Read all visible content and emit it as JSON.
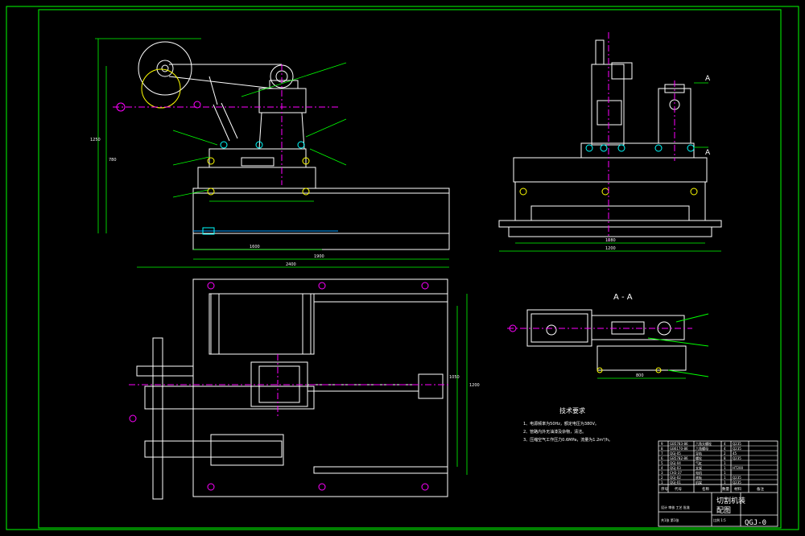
{
  "drawing": {
    "section_label": "A - A",
    "section_marker": "A",
    "tech_title": "技术要求",
    "tech_notes": [
      "1、电源频率为50Hz，额定电压为380V。",
      "2、管路内外无油漆及杂物，清洁。",
      "3、压缩空气工作压力0.6MPa，流量为1.2m³/h。"
    ]
  },
  "title_block": {
    "name_line1": "切割机装",
    "name_line2": "配图",
    "code": "QGJ-0",
    "header_cols": [
      "序号",
      "代号",
      "名称",
      "数量",
      "材料",
      "备注"
    ],
    "parts": [
      {
        "no": "9",
        "code": "GB5783-86",
        "name": "六角头螺栓",
        "qty": "4",
        "mat": "Q235"
      },
      {
        "no": "8",
        "code": "GB6170-86",
        "name": "六角螺母",
        "qty": "4",
        "mat": "Q235"
      },
      {
        "no": "7",
        "code": "QGJ-05",
        "name": "导轨",
        "qty": "2",
        "mat": "45"
      },
      {
        "no": "6",
        "code": "GB5782-86",
        "name": "螺栓",
        "qty": "8",
        "mat": "Q235"
      },
      {
        "no": "5",
        "code": "QGJ-04",
        "name": "气缸",
        "qty": "1",
        "mat": ""
      },
      {
        "no": "4",
        "code": "QGJ-03",
        "name": "支架",
        "qty": "1",
        "mat": "HT200"
      },
      {
        "no": "3",
        "code": "CH3-37",
        "name": "电机",
        "qty": "1",
        "mat": ""
      },
      {
        "no": "2",
        "code": "QGJ-02",
        "name": "底板",
        "qty": "1",
        "mat": "Q235"
      },
      {
        "no": "1",
        "code": "QGJ-01",
        "name": "机架",
        "qty": "1",
        "mat": "Q235"
      }
    ],
    "sign_row": "设计 审核 工艺 批准",
    "scale_row": "比例 1:5",
    "sheet_row": "共1张 第1张"
  },
  "dims": {
    "front_overall_width": "2400",
    "front_base_width": "1900",
    "front_inner_width": "1600",
    "front_height": "1250",
    "front_top_height": "780",
    "side_width": "1200",
    "side_base": "1080",
    "plan_height": "1200",
    "plan_inner": "1050",
    "aa_width": "800"
  },
  "colors": {
    "frame": "#00ff00",
    "outline": "#ffffff",
    "dim": "#00ff00",
    "center": "#ff00ff",
    "blue": "#00a0ff",
    "cyan": "#00ffff",
    "red": "#ff2020",
    "yellow": "#ffff00"
  }
}
